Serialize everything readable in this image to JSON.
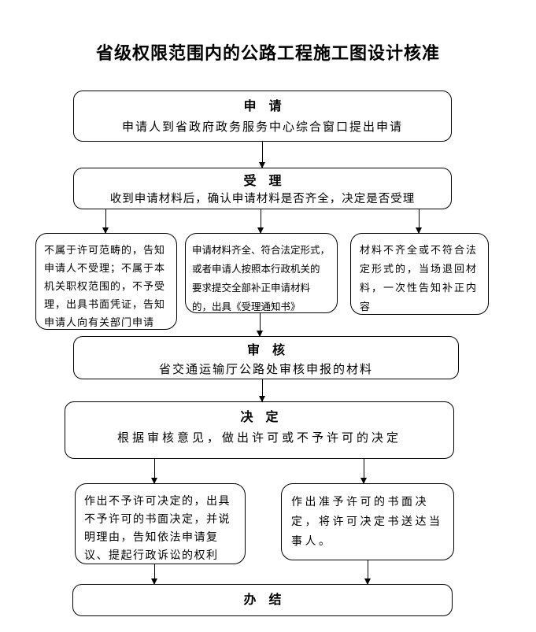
{
  "title": "省级权限范围内的公路工程施工图设计核准",
  "colors": {
    "background": "#ffffff",
    "line": "#000000",
    "text": "#000000"
  },
  "nodes": {
    "apply": {
      "heading": "申　请",
      "body": "申请人到省政府政务服务中心综合窗口提出申请"
    },
    "accept": {
      "heading": "受　理",
      "body": "收到申请材料后，确认申请材料是否齐全，决定是否受理"
    },
    "branch_left": {
      "body": "不属于许可范畴的，告知\n申请人不受理；不属于本\n机关职权范围的，不予受\n理，出具书面凭证，告知\n申请人向有关部门申请"
    },
    "branch_middle": {
      "body": "申请材料齐全、符合法定形式，\n或者申请人按照本行政机关的\n要求提交全部补正申请材料\n的，出具《受理通知书》"
    },
    "branch_right": {
      "body": "材料不齐全或不符合法\n定形式的，当场退回材\n料，一次性告知补正内\n容"
    },
    "review": {
      "heading": "审　核",
      "body": "省交通运输厅公路处审核申报的材料"
    },
    "decision": {
      "heading": "决　定",
      "body": "根据审核意见，做出许可或不予许可的决定"
    },
    "deny": {
      "body": "作出不予许可决定的，出具\n不予许可的书面决定，并说\n明理由，告知依法申请复\n议、提起行政诉讼的权利"
    },
    "grant": {
      "body": "作出准予许可的书面决\n定，将许可决定书送达当\n事人。"
    },
    "complete": {
      "heading": "办　结"
    }
  }
}
